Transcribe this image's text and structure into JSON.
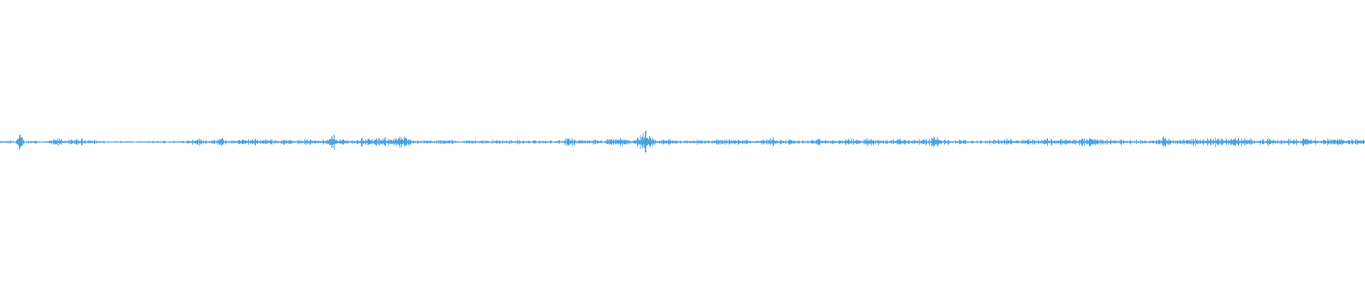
{
  "waveform": {
    "color": "#4da3e0",
    "background": "#ffffff",
    "amplitude_profile": [
      0.04,
      0.05,
      0.06,
      0.05,
      0.35,
      0.06,
      0.05,
      0.1,
      0.05,
      0.04,
      0.06,
      0.12,
      0.15,
      0.1,
      0.08,
      0.1,
      0.12,
      0.13,
      0.11,
      0.09,
      0.07,
      0.05,
      0.04,
      0.03,
      0.04,
      0.05,
      0.04,
      0.03,
      0.04,
      0.03,
      0.04,
      0.05,
      0.04,
      0.05,
      0.06,
      0.05,
      0.04,
      0.06,
      0.08,
      0.1,
      0.18,
      0.12,
      0.1,
      0.08,
      0.07,
      0.2,
      0.1,
      0.06,
      0.1,
      0.12,
      0.09,
      0.14,
      0.13,
      0.11,
      0.12,
      0.14,
      0.1,
      0.08,
      0.12,
      0.1,
      0.09,
      0.1,
      0.12,
      0.1,
      0.11,
      0.12,
      0.1,
      0.1,
      0.35,
      0.14,
      0.12,
      0.1,
      0.08,
      0.1,
      0.2,
      0.18,
      0.14,
      0.15,
      0.16,
      0.18,
      0.22,
      0.2,
      0.24,
      0.18,
      0.12,
      0.1,
      0.09,
      0.08,
      0.07,
      0.06,
      0.08,
      0.1,
      0.09,
      0.07,
      0.06,
      0.05,
      0.08,
      0.1,
      0.07,
      0.08,
      0.06,
      0.1,
      0.08,
      0.07,
      0.09,
      0.1,
      0.08,
      0.07,
      0.06,
      0.08,
      0.06,
      0.07,
      0.05,
      0.08,
      0.09,
      0.06,
      0.2,
      0.14,
      0.07,
      0.08,
      0.1,
      0.12,
      0.08,
      0.06,
      0.1,
      0.14,
      0.18,
      0.16,
      0.12,
      0.08,
      0.2,
      0.3,
      0.42,
      0.18,
      0.08,
      0.1,
      0.12,
      0.14,
      0.1,
      0.08,
      0.07,
      0.08,
      0.1,
      0.09,
      0.07,
      0.06,
      0.1,
      0.12,
      0.14,
      0.12,
      0.1,
      0.12,
      0.14,
      0.1,
      0.08,
      0.1,
      0.12,
      0.14,
      0.2,
      0.12,
      0.08,
      0.1,
      0.12,
      0.08,
      0.06,
      0.07,
      0.1,
      0.12,
      0.1,
      0.09,
      0.08,
      0.09,
      0.1,
      0.12,
      0.14,
      0.12,
      0.1,
      0.14,
      0.16,
      0.12,
      0.1,
      0.08,
      0.1,
      0.12,
      0.16,
      0.12,
      0.1,
      0.12,
      0.14,
      0.12,
      0.1,
      0.32,
      0.1,
      0.12,
      0.08,
      0.07,
      0.1,
      0.08,
      0.06,
      0.08,
      0.07,
      0.06,
      0.08,
      0.1,
      0.12,
      0.1,
      0.14,
      0.12,
      0.1,
      0.12,
      0.14,
      0.12,
      0.1,
      0.12,
      0.16,
      0.14,
      0.12,
      0.14,
      0.12,
      0.1,
      0.12,
      0.14,
      0.16,
      0.18,
      0.14,
      0.12,
      0.1,
      0.12,
      0.1,
      0.12,
      0.1,
      0.09,
      0.08,
      0.1,
      0.08,
      0.07,
      0.08,
      0.1,
      0.3,
      0.12,
      0.1,
      0.12,
      0.14,
      0.16,
      0.14,
      0.12,
      0.14,
      0.16,
      0.18,
      0.16,
      0.14,
      0.16,
      0.2,
      0.18,
      0.16,
      0.14,
      0.12,
      0.1,
      0.12,
      0.14,
      0.1,
      0.08,
      0.1,
      0.12,
      0.14,
      0.12,
      0.1,
      0.36,
      0.14,
      0.12,
      0.1,
      0.14,
      0.12,
      0.14,
      0.16,
      0.14,
      0.12,
      0.1,
      0.14,
      0.18
    ]
  }
}
